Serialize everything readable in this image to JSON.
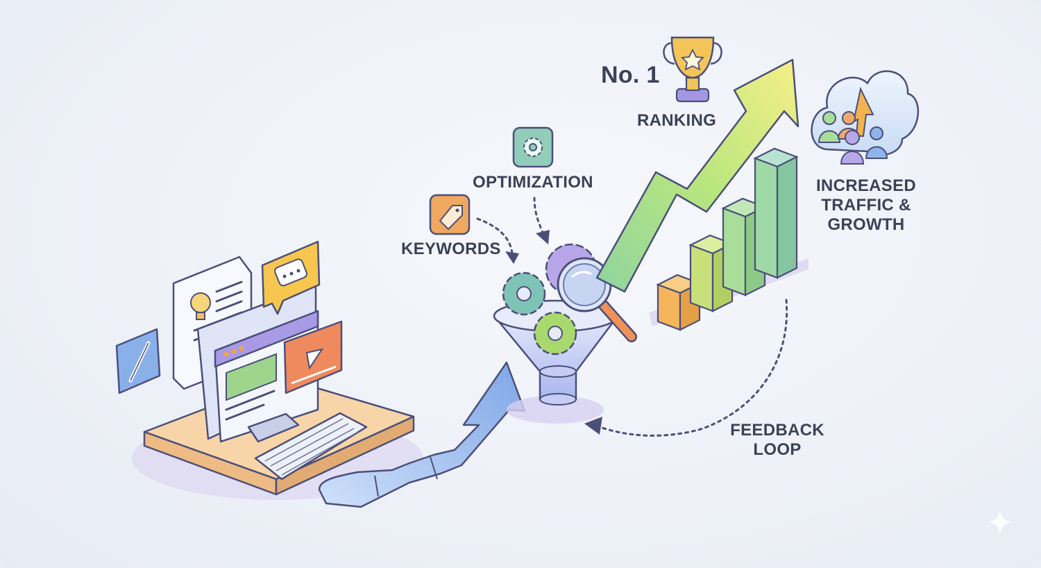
{
  "labels": {
    "rank_number": "No. 1",
    "ranking": "RANKING",
    "optimization": "OPTIMIZATION",
    "keywords": "KEYWORDS",
    "traffic_line1": "INCREASED",
    "traffic_line2": "TRAFFIC &",
    "traffic_line3": "GROWTH",
    "feedback_line1": "FEEDBACK",
    "feedback_line2": "LOOP"
  },
  "colors": {
    "text": "#3b4257",
    "outline": "#4a4f7a",
    "blue_arrow": "#8fb3ea",
    "green_arrow": "#9fdc8a",
    "yellow_arrow": "#f5ee8a",
    "bar_orange": "#f4b55b",
    "bar_lime": "#c8e07a",
    "bar_green": "#a9dd9a",
    "bar_teal": "#8fcfbf",
    "funnel": "#bcc6f2",
    "gear_teal": "#7fc2b6",
    "gear_purple": "#b9a6e8",
    "gear_green": "#a8d86e",
    "trophy": "#f2c45a",
    "desk": "#f7d1a3"
  },
  "icons": [
    "pencil-icon",
    "lightbulb-icon",
    "chat-bubble-icon",
    "play-video-icon",
    "tag-icon",
    "gear-icon",
    "magnifier-icon",
    "trophy-icon",
    "cloud-icon",
    "people-icon",
    "keyboard-icon",
    "sparkle-icon"
  ]
}
